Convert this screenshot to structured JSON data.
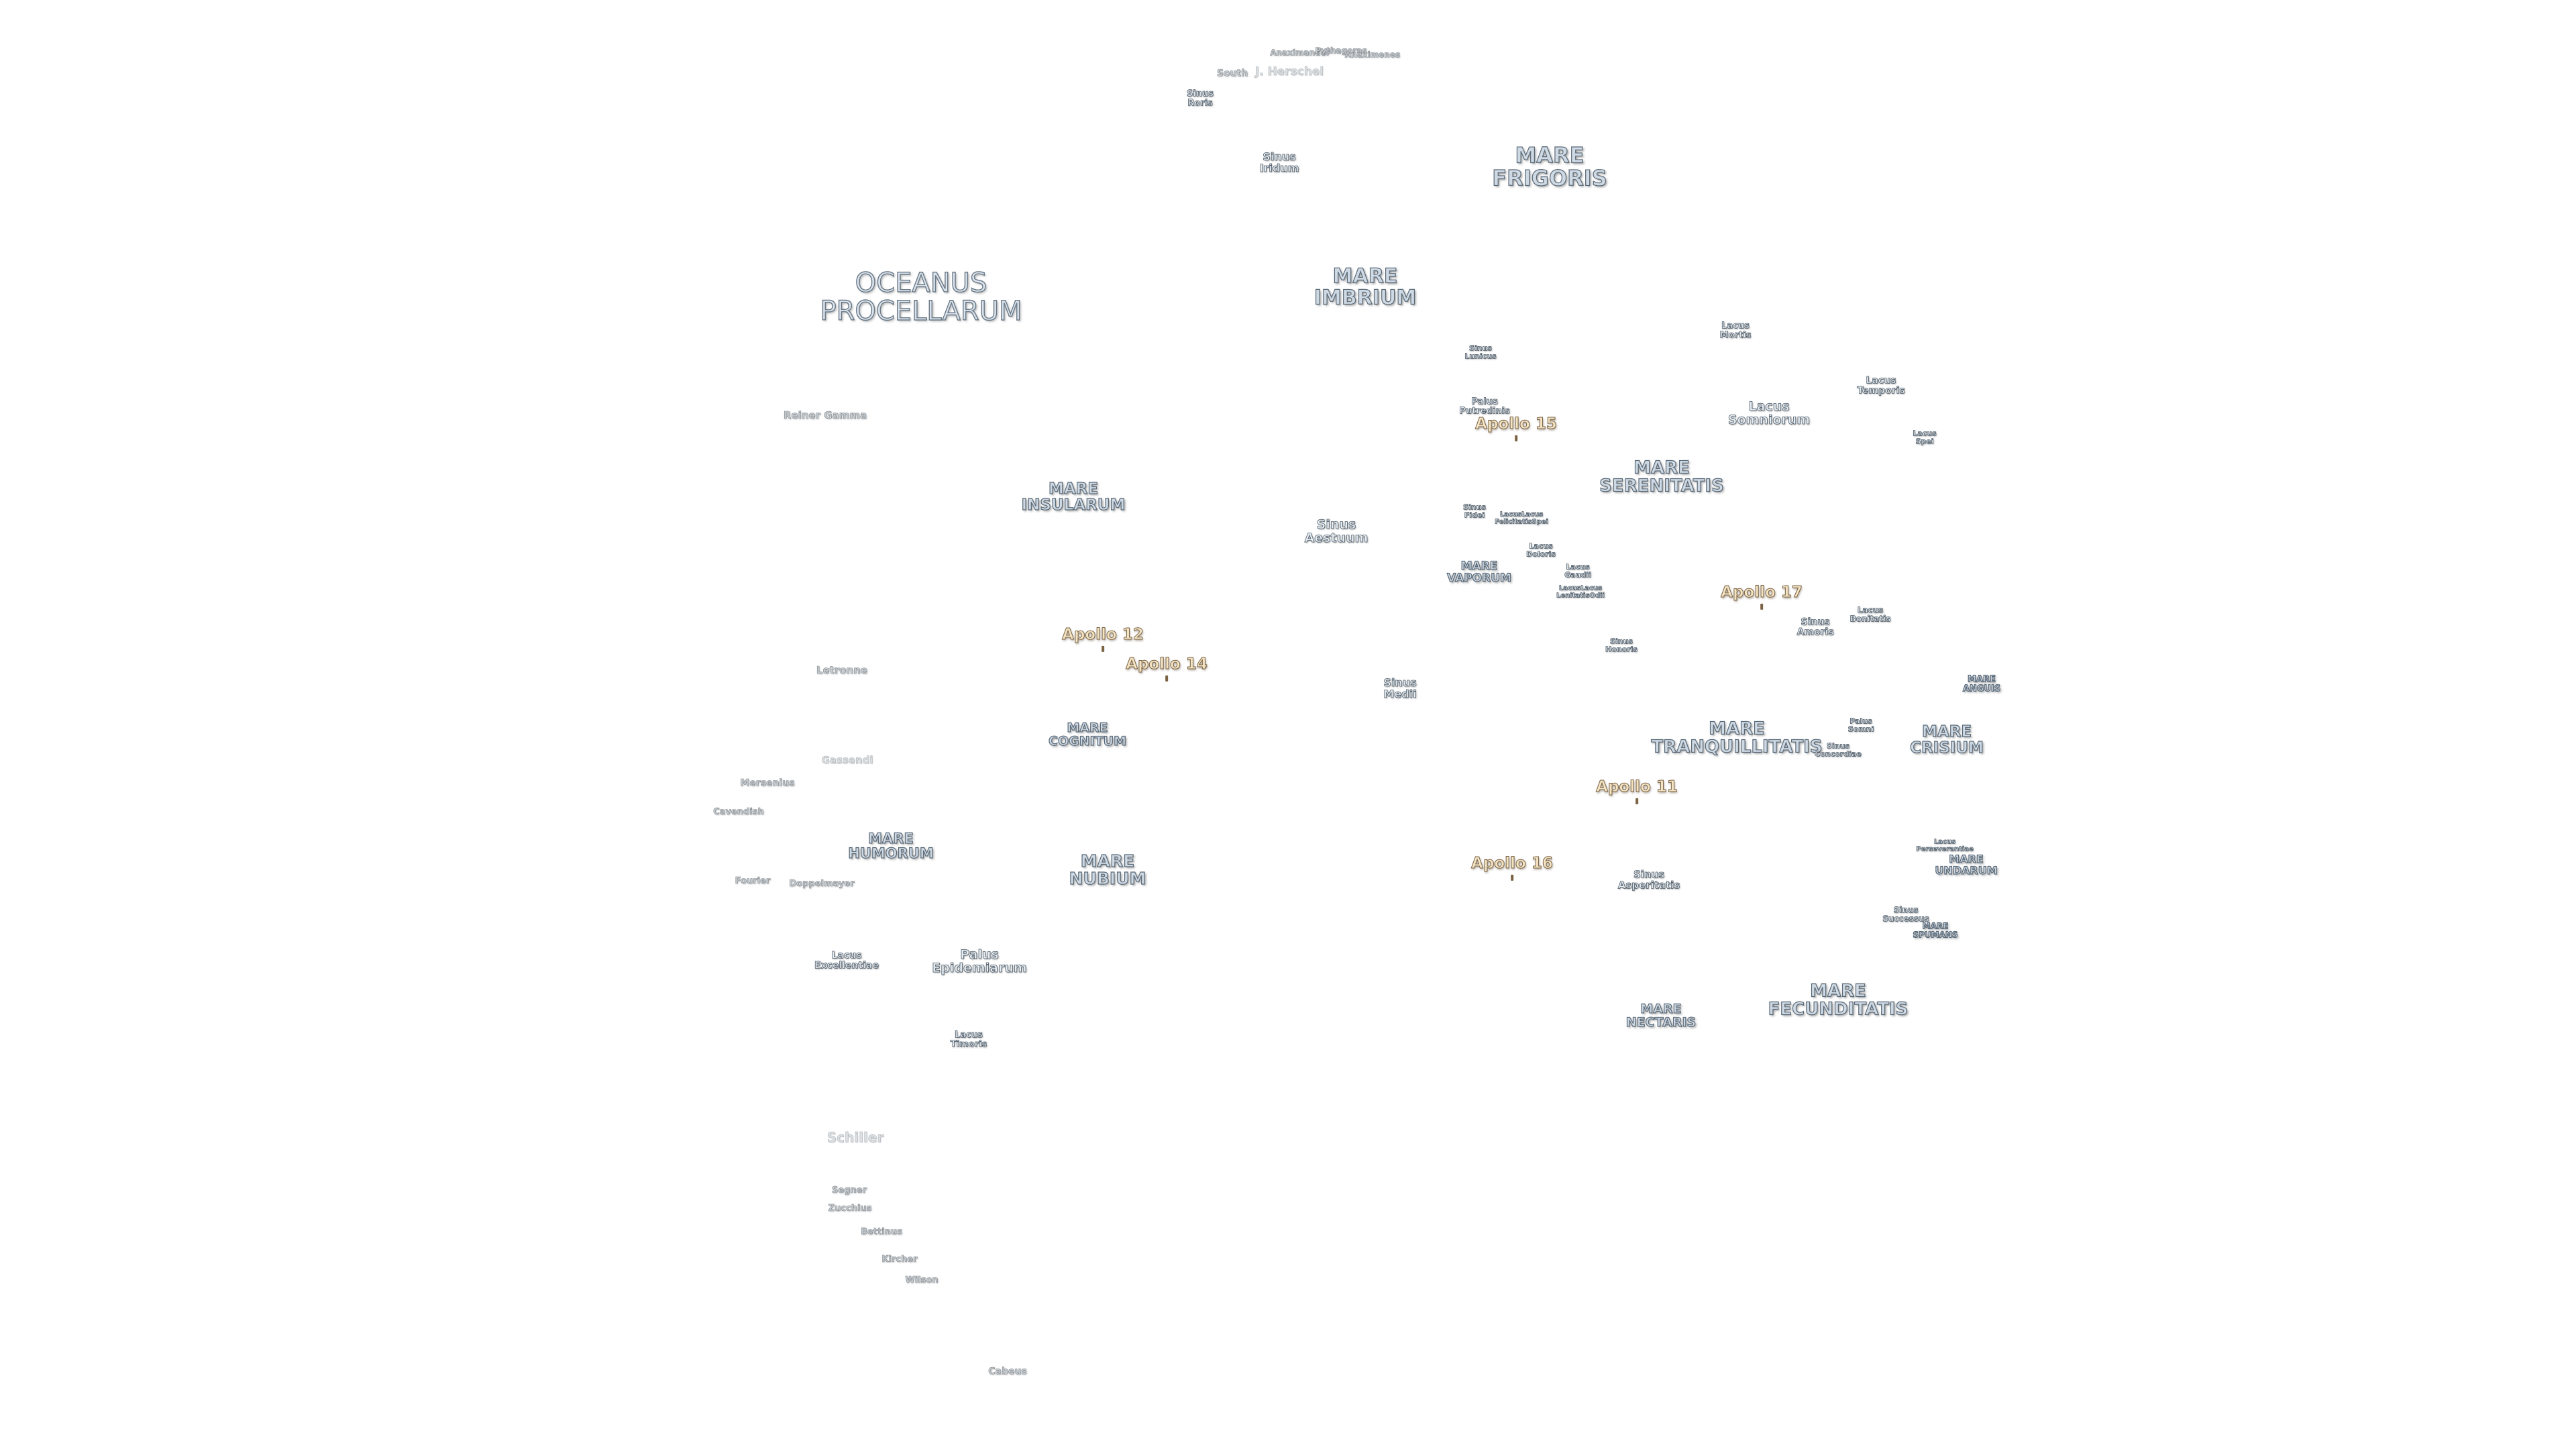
{
  "labels": {
    "oceanus_procellarum": "OCEANUS\nPROCELLARUM",
    "mare_frigoris": "MARE\nFRIGORIS",
    "mare_imbrium": "MARE\nIMBRIUM",
    "mare_serenitatis": "MARE\nSERENITATIS",
    "mare_insularum": "MARE\nINSULARUM",
    "mare_vaporum": "MARE\nVAPORUM",
    "mare_cognitum": "MARE\nCOGNITUM",
    "mare_tranquillitatis": "MARE\nTRANQUILLITATIS",
    "mare_crisium": "MARE\nCRISIUM",
    "mare_anguis": "MARE\nANGUIS",
    "mare_humorum": "MARE\nHUMORUM",
    "mare_nubium": "MARE\nNUBIUM",
    "mare_undarum": "MARE\nUNDARUM",
    "mare_spumans": "MARE\nSPUMANS",
    "mare_nectaris": "MARE\nNECTARIS",
    "mare_fecunditatis": "MARE\nFECUNDITATIS",
    "sinus_roris": "Sinus\nRoris",
    "sinus_iridum": "Sinus\nIridum",
    "sinus_lunicus": "Sinus\nLunicus",
    "sinus_aestuum": "Sinus\nAestuum",
    "sinus_fidei": "Sinus\nFidei",
    "sinus_medii": "Sinus\nMedii",
    "sinus_honoris": "Sinus\nHonoris",
    "sinus_amoris": "Sinus\nAmoris",
    "sinus_concordiae": "Sinus\nConcordiae",
    "sinus_asperitatis": "Sinus\nAsperitatis",
    "sinus_successus": "Sinus\nSuccessus",
    "palus_putredinis": "Palus\nPutredinis",
    "palus_somni": "Palus\nSomni",
    "palus_epidemiarum": "Palus\nEpidemiarum",
    "lacus_mortis": "Lacus\nMortis",
    "lacus_somniorum": "Lacus\nSomniorum",
    "lacus_temporis": "Lacus\nTemporis",
    "lacus_spei": "Lacus\nSpei",
    "lacus_felicitatis_lenitatis": "LacusLacus\nFelicitatisSpei",
    "lacus_doloris": "Lacus\nDoloris",
    "lacus_gaudii": "Lacus\nGaudii",
    "lacus_odii": "LacusLacus\nLenitatisOdii",
    "lacus_bonitatis": "Lacus\nBonitatis",
    "lacus_perseverantiae": "Lacus\nPerseverantiae",
    "lacus_excellentiae": "Lacus\nExcellentiae",
    "lacus_timoris": "Lacus\nTimoris",
    "apollo_11": "Apollo 11",
    "apollo_12": "Apollo 12",
    "apollo_14": "Apollo 14",
    "apollo_15": "Apollo 15",
    "apollo_16": "Apollo 16",
    "apollo_17": "Apollo 17",
    "anaximander": "Anaximander",
    "pythagoras": "Pythagoras",
    "anaximenes": "Anaximenes",
    "south": "South",
    "j_herschel": "J. Herschel",
    "reiner_gamma": "Reiner Gamma",
    "letronne": "Letronne",
    "gassendi": "Gassendi",
    "mersenius": "Mersenius",
    "cavendish": "Cavendish",
    "fourier": "Fourier",
    "doppelmayer": "Doppelmayer",
    "schiller": "Schiller",
    "segner": "Segner",
    "zucchius": "Zucchius",
    "bettinus": "Bettinus",
    "kircher": "Kircher",
    "wilson": "Wilson",
    "cabeus": "Cabeus"
  }
}
